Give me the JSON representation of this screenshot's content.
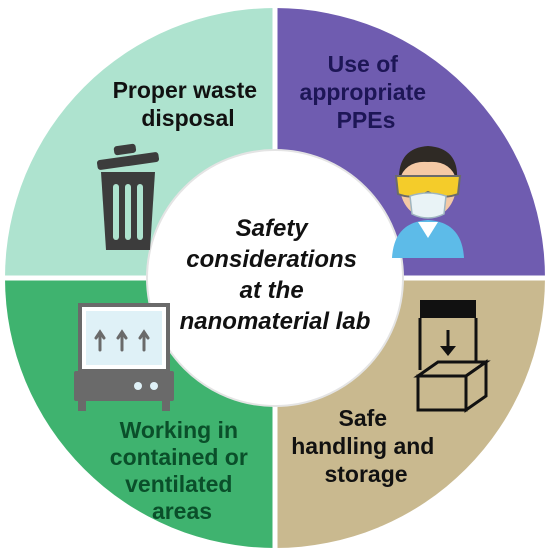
{
  "center": {
    "lines": [
      "Safety",
      "considerations",
      "at the",
      "nanomaterial lab"
    ]
  },
  "quadrants": {
    "top_left": {
      "lines": [
        "Proper waste",
        "disposal"
      ],
      "icon": "trash-can-icon",
      "fill": "#aee3cf",
      "text_color": "#111111"
    },
    "top_right": {
      "lines": [
        "Use of",
        "appropriate",
        "PPEs"
      ],
      "icon": "person-with-goggles-and-mask-icon",
      "fill": "#6f5cb0",
      "text_color": "#1d1656"
    },
    "bottom_right": {
      "lines": [
        "Safe",
        "handling and",
        "storage"
      ],
      "icon": "storage-box-icon",
      "fill": "#c9b98f",
      "text_color": "#111111"
    },
    "bottom_left": {
      "lines": [
        "Working in",
        "contained or",
        "ventilated",
        "areas"
      ],
      "icon": "fume-hood-icon",
      "fill": "#3fb36f",
      "text_color": "#0a4f2a"
    }
  }
}
